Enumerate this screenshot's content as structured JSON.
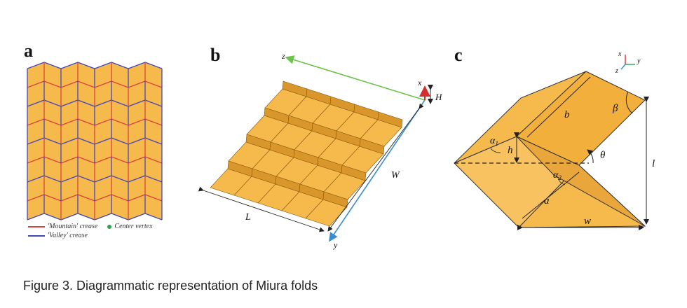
{
  "panels": {
    "a": {
      "label": "a",
      "legend": {
        "mountain": "'Mountain' crease",
        "valley": "'Valley' crease",
        "center": "Center vertex"
      }
    },
    "b": {
      "label": "b",
      "symbols": {
        "z": "z",
        "x": "x",
        "H": "H",
        "W": "W",
        "L": "L",
        "y": "y"
      }
    },
    "c": {
      "label": "c",
      "symbols": {
        "axis_x": "x",
        "axis_y": "y",
        "axis_z": "z",
        "b": "b",
        "beta": "β",
        "alpha1": "α",
        "alpha1_sub": "1",
        "h": "h",
        "theta": "θ",
        "alpha2": "α",
        "alpha2_sub": "2",
        "a": "a",
        "l": "l",
        "w": "w"
      }
    }
  },
  "caption": "Figure 3. Diagrammatic representation of Miura folds",
  "colors": {
    "panel_fill": "#F6B94B",
    "panel_dark": "#D9962A",
    "mountain": "#D9453A",
    "valley": "#4747B8",
    "center": "#2FA34A",
    "green_axis": "#6CC24A",
    "blue_axis": "#3A8CD0",
    "red_axis": "#D23030"
  }
}
